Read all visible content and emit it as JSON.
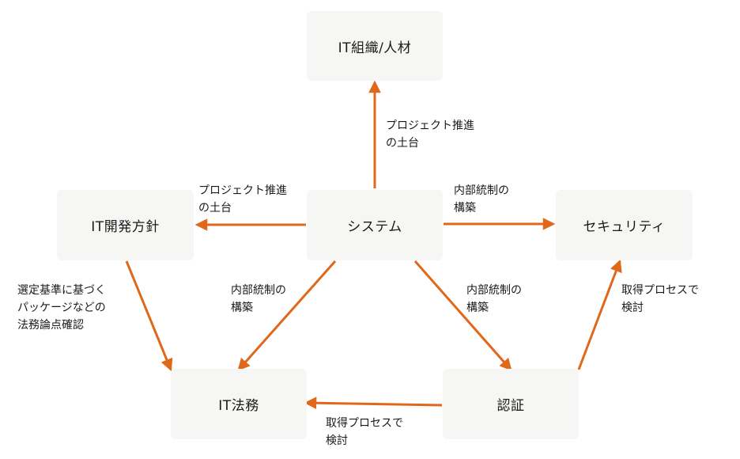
{
  "nodes": {
    "it_org": "IT組織/人材",
    "dev_policy": "IT開発方針",
    "system": "システム",
    "security": "セキュリティ",
    "it_law": "IT法務",
    "cert": "認証"
  },
  "edge_labels": {
    "system_to_org": [
      "プロジェクト推進",
      "の土台"
    ],
    "system_to_dev": [
      "プロジェクト推進",
      "の土台"
    ],
    "system_to_security": [
      "内部統制の",
      "構築"
    ],
    "system_to_law": [
      "内部統制の",
      "構築"
    ],
    "system_to_cert": [
      "内部統制の",
      "構築"
    ],
    "dev_to_law": [
      "選定基準に基づく",
      "パッケージなどの",
      "法務論点確認"
    ],
    "cert_to_security": [
      "取得プロセスで",
      "検討"
    ],
    "cert_to_law": [
      "取得プロセスで",
      "検討"
    ]
  },
  "colors": {
    "arrow": "#e0681a",
    "node_bg": "#f6f6f4"
  }
}
